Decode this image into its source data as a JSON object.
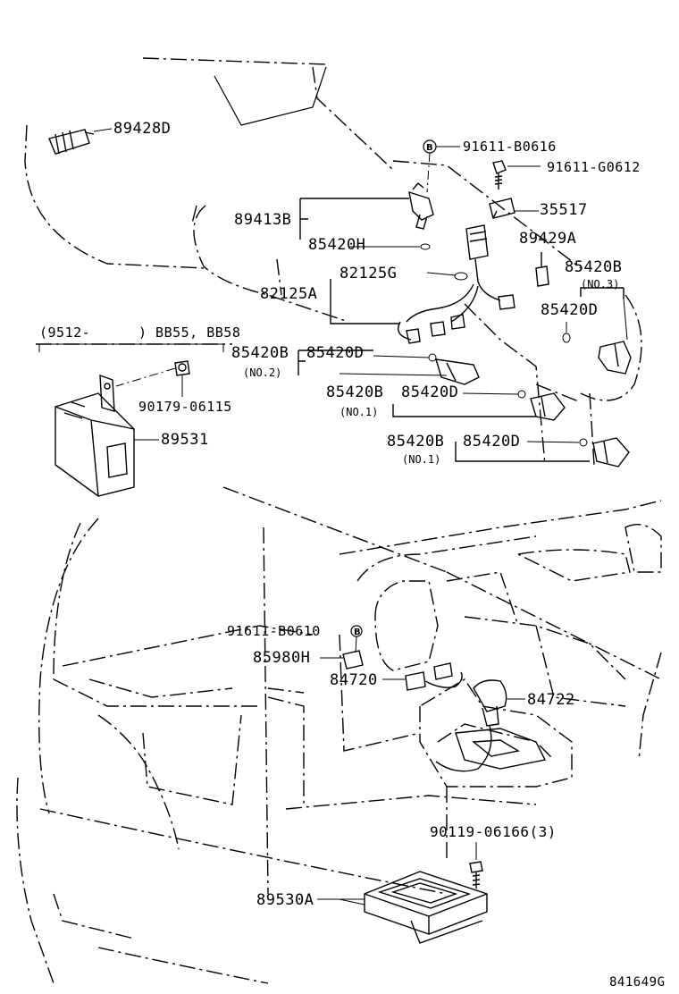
{
  "parts": {
    "p89428D": "89428D",
    "p91611B0616": "91611-B0616",
    "p91611G0612": "91611-G0612",
    "p89413B": "89413B",
    "p35517": "35517",
    "p85420H": "85420H",
    "p89429A": "89429A",
    "p82125G": "82125G",
    "p85420B_no3": "85420B",
    "no3": "(NO.3)",
    "p82125A": "82125A",
    "p85420D_no3": "85420D",
    "range_open": "(9512-",
    "range_models": ") BB55, BB58",
    "p85420B_no2": "85420B",
    "p85420D_no2": "85420D",
    "no2": "(NO.2)",
    "p90179_06115": "90179-06115",
    "p85420B_no1a": "85420B",
    "p85420D_no1a": "85420D",
    "no1a": "(NO.1)",
    "p89531": "89531",
    "p85420B_no1b": "85420B",
    "p85420D_no1b": "85420D",
    "no1b": "(NO.1)",
    "p91611B0610": "91611-B0610",
    "p85980H": "85980H",
    "p84720": "84720",
    "p84722": "84722",
    "p90119_06166": "90119-06166(3)",
    "p89530A": "89530A",
    "bolt_mark": "B"
  },
  "figure_code": "841649G"
}
